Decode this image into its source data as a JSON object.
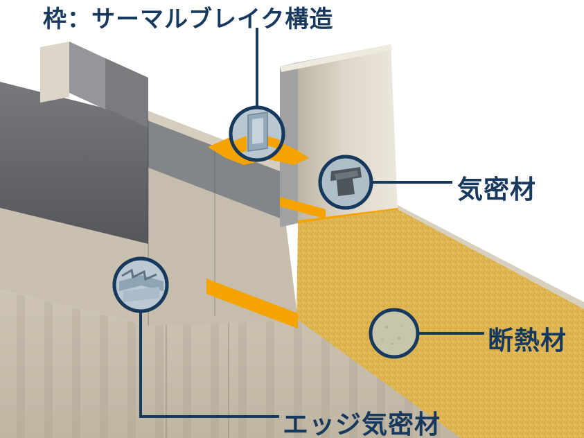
{
  "colors": {
    "navy": "#17395e",
    "seal_orange": "#f4a300",
    "insulation_yellow": "#dfb551",
    "aluminum_champagne": "#cfc6b6",
    "callout_fill": "#b9c7d1"
  },
  "labels": {
    "thermal_break": "枠：サーマルブレイク構造",
    "airtight": "気密材",
    "insulation": "断熱材",
    "edge_airtight": "エッジ気密材"
  }
}
